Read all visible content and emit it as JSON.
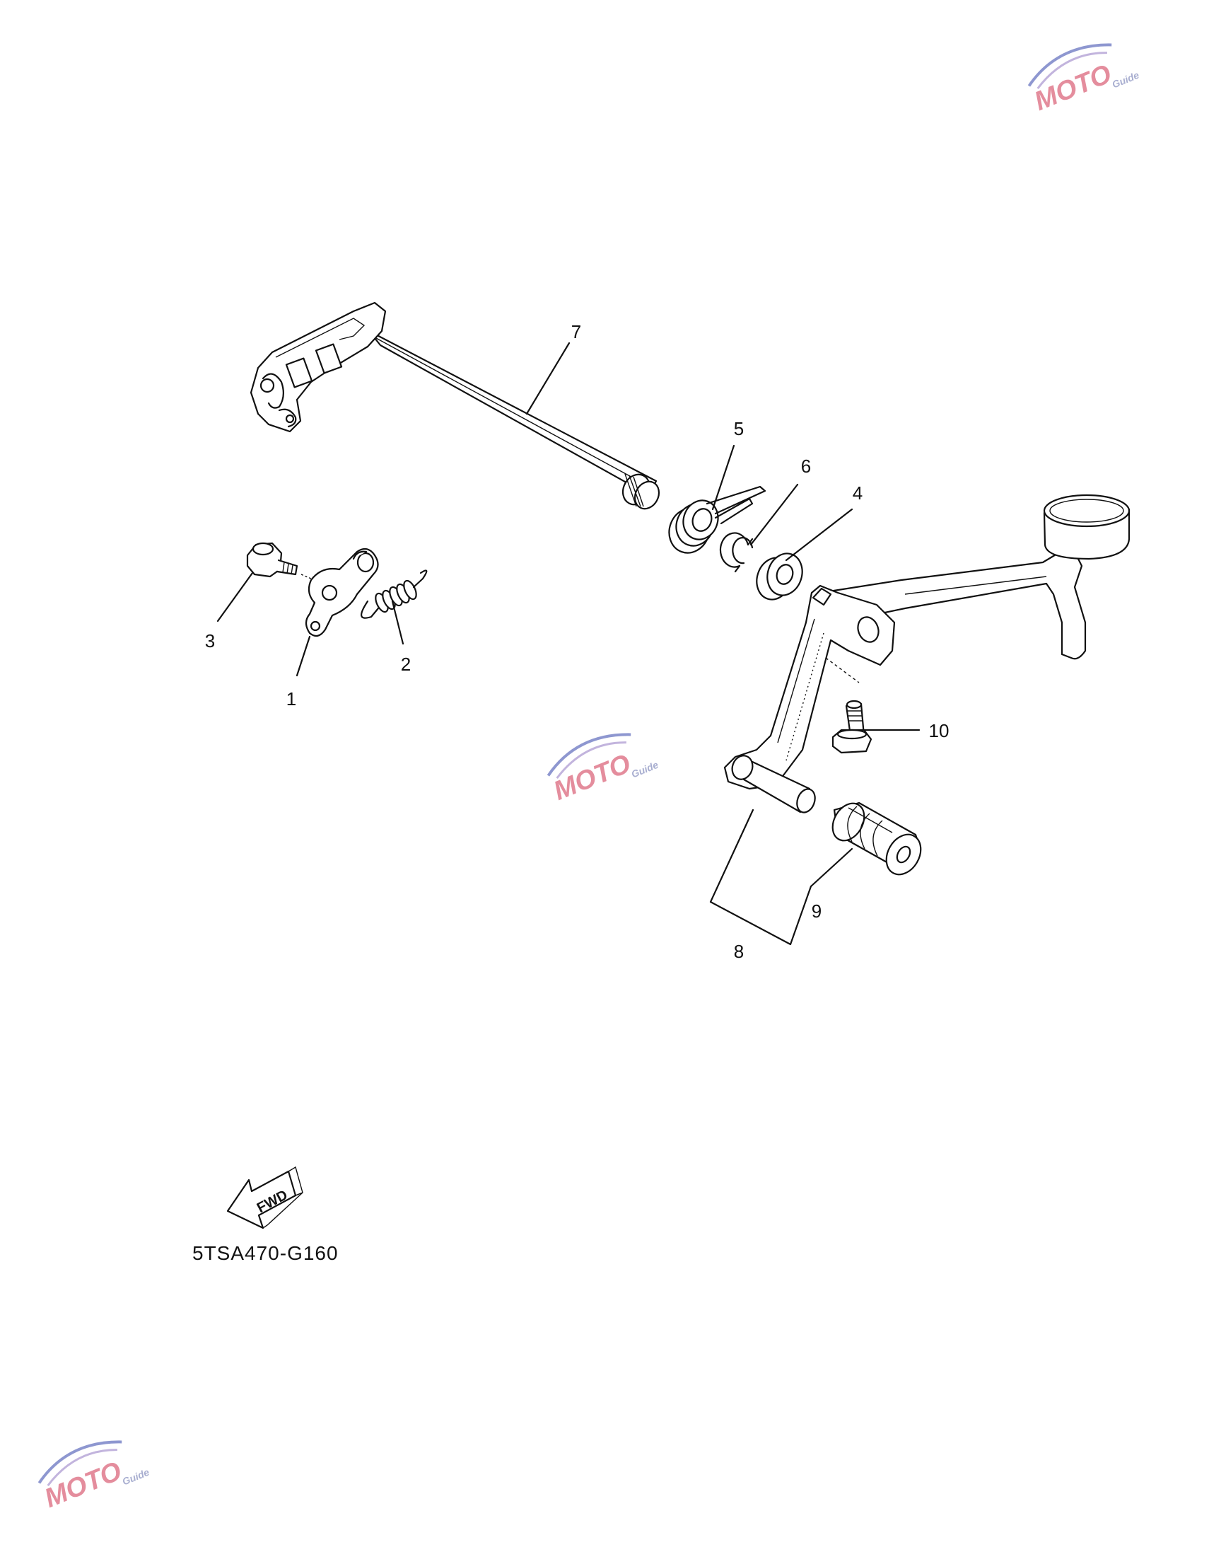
{
  "diagram_code": "5TSA470-G160",
  "fwd_label": "FWD",
  "watermark": {
    "main": "MOTO",
    "sub": "Guide",
    "color_main": "#e07a8c",
    "color_swoosh": "#7b86c8"
  },
  "callouts": [
    {
      "id": "1",
      "label": "1"
    },
    {
      "id": "2",
      "label": "2"
    },
    {
      "id": "3",
      "label": "3"
    },
    {
      "id": "4",
      "label": "4"
    },
    {
      "id": "5",
      "label": "5"
    },
    {
      "id": "6",
      "label": "6"
    },
    {
      "id": "7",
      "label": "7"
    },
    {
      "id": "8",
      "label": "8"
    },
    {
      "id": "9",
      "label": "9"
    },
    {
      "id": "10",
      "label": "10"
    }
  ]
}
